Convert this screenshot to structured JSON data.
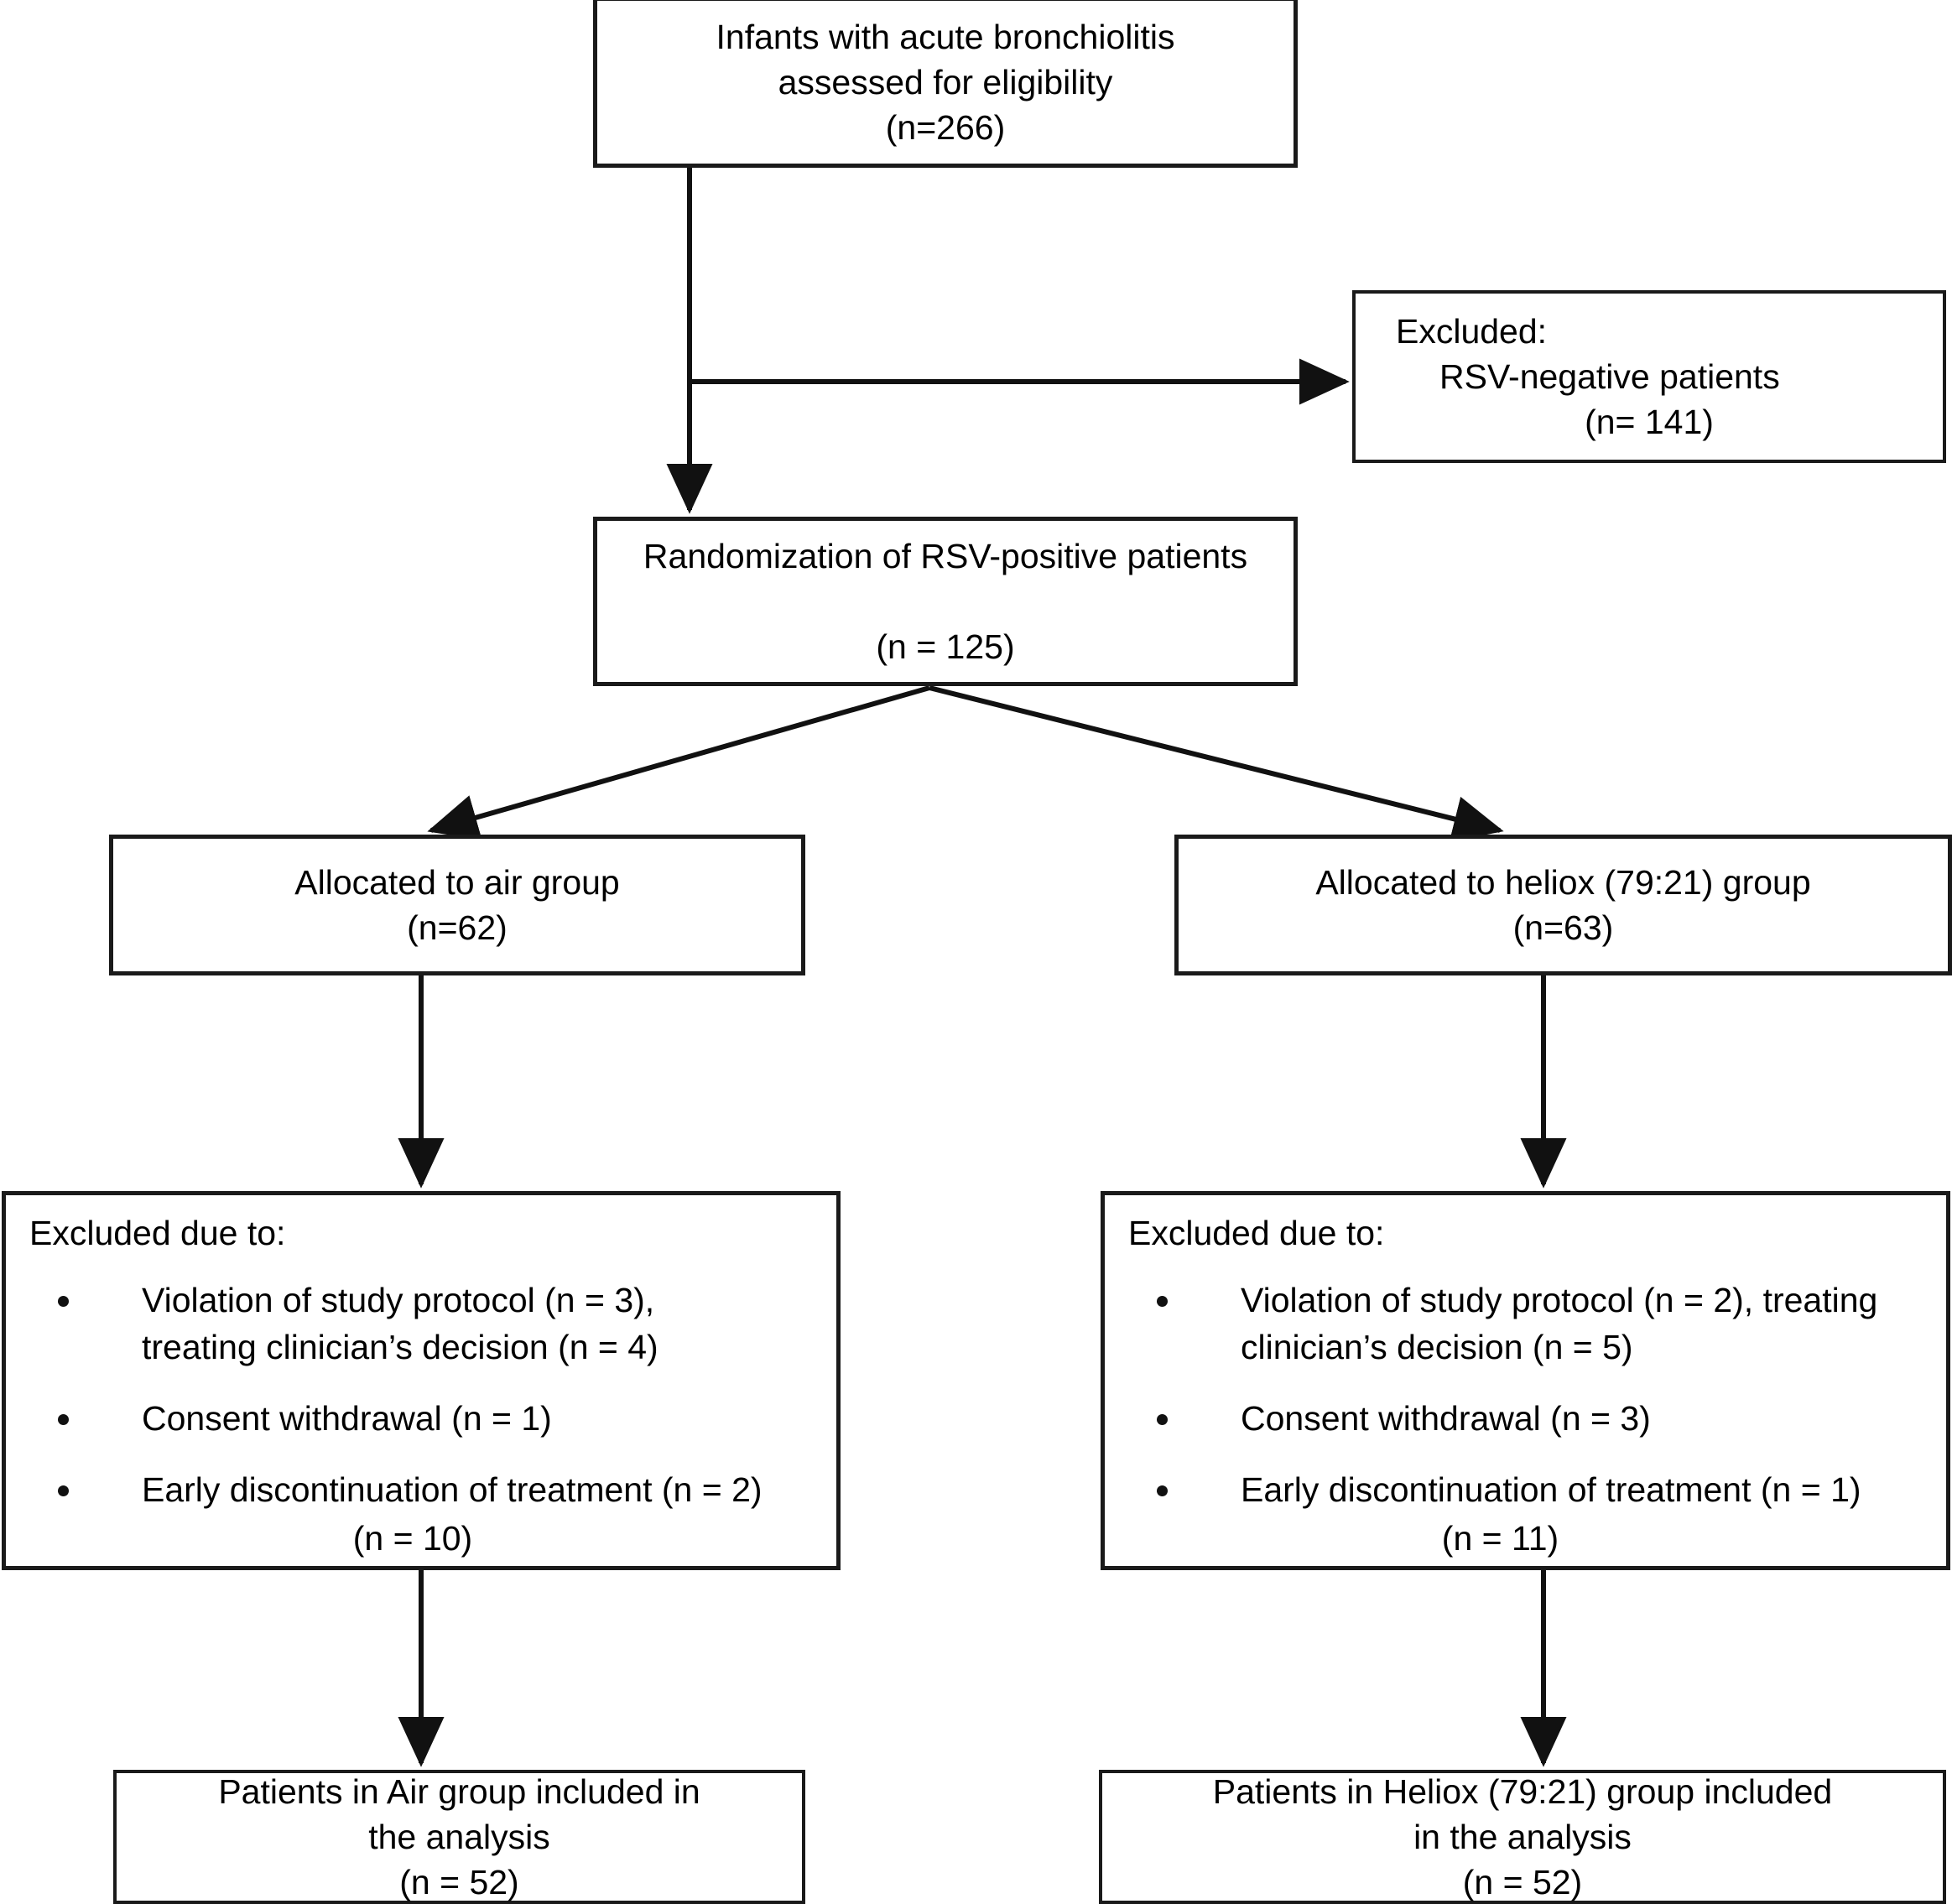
{
  "diagram": {
    "title": "CONSORT participant flow diagram",
    "colors": {
      "stroke": "#1a1a1a",
      "background": "#ffffff",
      "text": "#000000"
    }
  },
  "nodes": {
    "screened": {
      "name": "screened-box",
      "lines": [
        "Infants with acute bronchiolitis",
        "assessed for eligibility",
        "(n=266)"
      ]
    },
    "excluded_rsv": {
      "name": "excluded-rsv-box",
      "line_header": "Excluded:",
      "line_reason": "RSV-negative patients",
      "line_count": "(n= 141)"
    },
    "randomization": {
      "name": "randomization-box",
      "line_title": "Randomization of RSV-positive patients",
      "line_count": "(n = 125)"
    },
    "alloc_air": {
      "name": "allocated-air-box",
      "line_title": "Allocated to air group",
      "line_count": "(n=62)"
    },
    "alloc_heliox": {
      "name": "allocated-heliox-box",
      "line_title": "Allocated to heliox (79:21) group",
      "line_count": "(n=63)"
    },
    "excluded_air": {
      "name": "excluded-air-box",
      "header": "Excluded due to:",
      "bullets": [
        "Violation of study protocol (n = 3),\ntreating clinician’s decision (n = 4)",
        "Consent withdrawal (n = 1)",
        "Early discontinuation of treatment (n = 2)"
      ],
      "total": "(n = 10)"
    },
    "excluded_heliox": {
      "name": "excluded-heliox-box",
      "header": "Excluded due to:",
      "bullets": [
        "Violation of study protocol (n = 2), treating\nclinician’s decision (n = 5)",
        "Consent withdrawal (n = 3)",
        "Early discontinuation of treatment (n = 1)"
      ],
      "total": "(n = 11)"
    },
    "final_air": {
      "name": "analysis-air-box",
      "lines": [
        "Patients in Air group included in",
        "the analysis",
        "(n = 52)"
      ]
    },
    "final_heliox": {
      "name": "analysis-heliox-box",
      "lines": [
        "Patients in Heliox (79:21) group included",
        "in the analysis",
        "(n = 52)"
      ]
    }
  },
  "chart_data": {
    "type": "diagram",
    "title": "CONSORT flow of participants",
    "flow": [
      {
        "id": "screened",
        "label": "Infants with acute bronchiolitis assessed for eligibility",
        "n": 266
      },
      {
        "id": "excluded_rsv",
        "label": "Excluded: RSV-negative patients",
        "n": 141
      },
      {
        "id": "randomization",
        "label": "Randomization of RSV-positive patients",
        "n": 125
      },
      {
        "id": "alloc_air",
        "label": "Allocated to air group",
        "n": 62
      },
      {
        "id": "alloc_heliox",
        "label": "Allocated to heliox (79:21) group",
        "n": 63
      },
      {
        "id": "excluded_air",
        "label": "Excluded due to (air group)",
        "n": 10,
        "reasons": [
          {
            "reason": "Violation of study protocol",
            "n": 3
          },
          {
            "reason": "Treating clinician’s decision",
            "n": 4
          },
          {
            "reason": "Consent withdrawal",
            "n": 1
          },
          {
            "reason": "Early discontinuation of treatment",
            "n": 2
          }
        ]
      },
      {
        "id": "excluded_heliox",
        "label": "Excluded due to (heliox group)",
        "n": 11,
        "reasons": [
          {
            "reason": "Violation of study protocol",
            "n": 2
          },
          {
            "reason": "Treating clinician’s decision",
            "n": 5
          },
          {
            "reason": "Consent withdrawal",
            "n": 3
          },
          {
            "reason": "Early discontinuation of treatment",
            "n": 1
          }
        ]
      },
      {
        "id": "final_air",
        "label": "Patients in Air group included in the analysis",
        "n": 52
      },
      {
        "id": "final_heliox",
        "label": "Patients in Heliox (79:21) group included in the analysis",
        "n": 52
      }
    ],
    "edges": [
      {
        "from": "screened",
        "to": "randomization"
      },
      {
        "from": "screened",
        "to": "excluded_rsv"
      },
      {
        "from": "randomization",
        "to": "alloc_air"
      },
      {
        "from": "randomization",
        "to": "alloc_heliox"
      },
      {
        "from": "alloc_air",
        "to": "excluded_air"
      },
      {
        "from": "alloc_heliox",
        "to": "excluded_heliox"
      },
      {
        "from": "excluded_air",
        "to": "final_air"
      },
      {
        "from": "excluded_heliox",
        "to": "final_heliox"
      }
    ]
  }
}
